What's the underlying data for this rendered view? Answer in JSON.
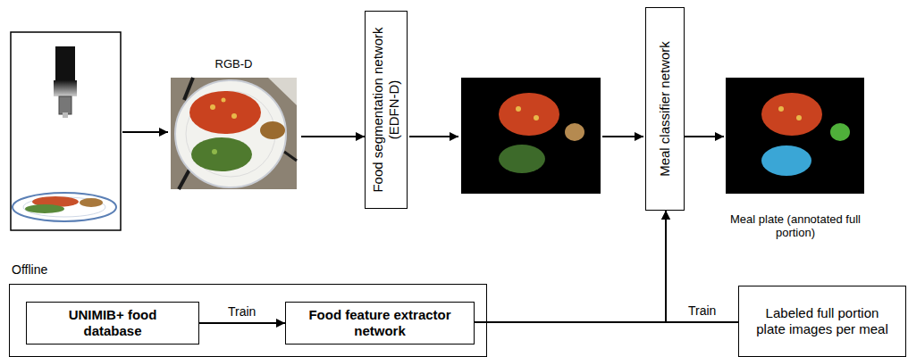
{
  "diagram": {
    "nodes": [
      {
        "text": [
          "RGB-D"
        ]
      },
      {
        "text": [
          "Food segmentation network (EDFN-D)"
        ]
      },
      {
        "text": [
          "Meal classifier network"
        ]
      },
      {
        "text": [
          "Meal plate (annotated full portion)"
        ]
      },
      {
        "text": [
          "Offline"
        ]
      },
      {
        "text": [
          "UNIMIB+ food database"
        ],
        "in": 4
      },
      {
        "text": [
          "Food feature extractor network"
        ],
        "in": 4
      },
      {
        "text": [
          "Labeled full portion plate images per meal"
        ]
      }
    ],
    "edges": [
      {
        "from": 0,
        "to": 1,
        "arrow": "to"
      },
      {
        "from": 2,
        "to": 3,
        "arrow": "to"
      },
      {
        "from": 5,
        "to": 6,
        "arrow": "to",
        "label": "Train"
      },
      {
        "from": 6,
        "to": 2,
        "arrow": "to"
      },
      {
        "from": 7,
        "to": 2,
        "arrow": "to",
        "label": "Train"
      }
    ]
  }
}
